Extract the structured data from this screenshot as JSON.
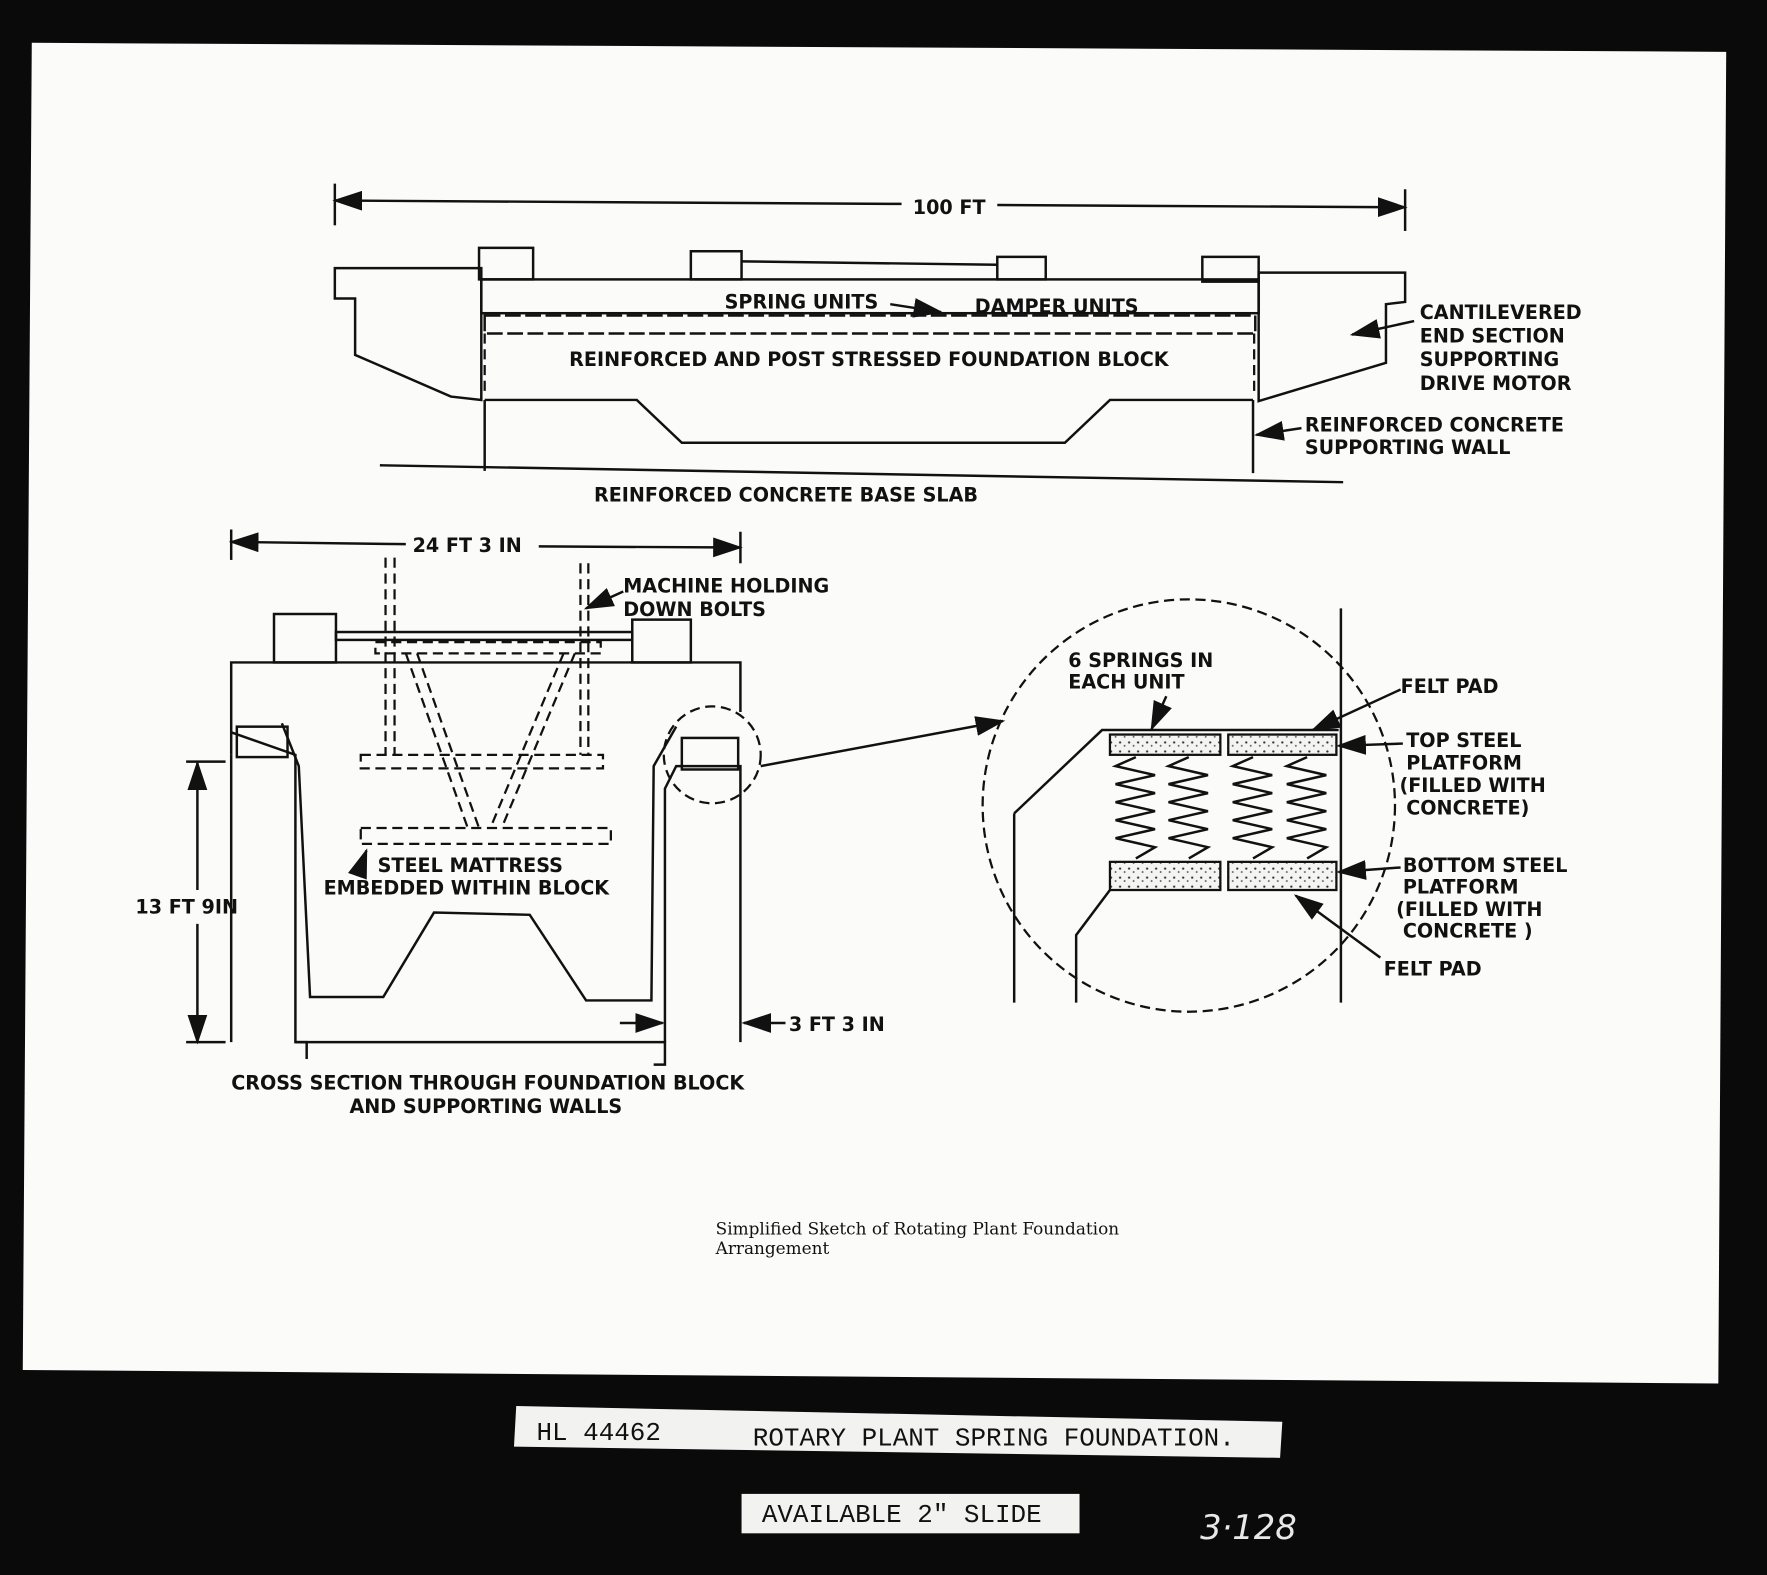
{
  "elevation": {
    "overall_length": "100 FT",
    "spring_units": "SPRING UNITS",
    "damper_units": "DAMPER UNITS",
    "block": "REINFORCED AND POST STRESSED FOUNDATION BLOCK",
    "cantilever": [
      "CANTILEVERED",
      "END SECTION",
      "SUPPORTING",
      "DRIVE MOTOR"
    ],
    "wall": [
      "REINFORCED CONCRETE",
      "SUPPORTING WALL"
    ],
    "base_slab": "REINFORCED CONCRETE BASE SLAB"
  },
  "cross_section": {
    "width": "24 FT 3 IN",
    "bolts": [
      "MACHINE HOLDING",
      "DOWN BOLTS"
    ],
    "mattress": [
      "STEEL MATTRESS",
      "EMBEDDED WITHIN BLOCK"
    ],
    "height": "13 FT 9IN",
    "wall_thickness": "3 FT 3 IN",
    "title": [
      "CROSS SECTION  THROUGH FOUNDATION BLOCK",
      "AND  SUPPORTING WALLS"
    ]
  },
  "detail": {
    "springs": [
      "6 SPRINGS IN",
      "EACH UNIT"
    ],
    "felt_pad_top": "FELT  PAD",
    "top_platform": [
      "TOP  STEEL",
      "PLATFORM",
      "(FILLED WITH",
      "CONCRETE)"
    ],
    "bottom_platform": [
      "BOTTOM  STEEL",
      "PLATFORM",
      "(FILLED WITH",
      "CONCRETE )"
    ],
    "felt_pad_bottom": "FELT  PAD"
  },
  "caption": [
    "Simplified Sketch of Rotating Plant Foundation",
    "Arrangement"
  ],
  "slide_label": {
    "id": "HL 44462",
    "title": "ROTARY PLANT SPRING FOUNDATION.",
    "availability": "AVAILABLE 2\" SLIDE",
    "handwritten": "3·128"
  }
}
